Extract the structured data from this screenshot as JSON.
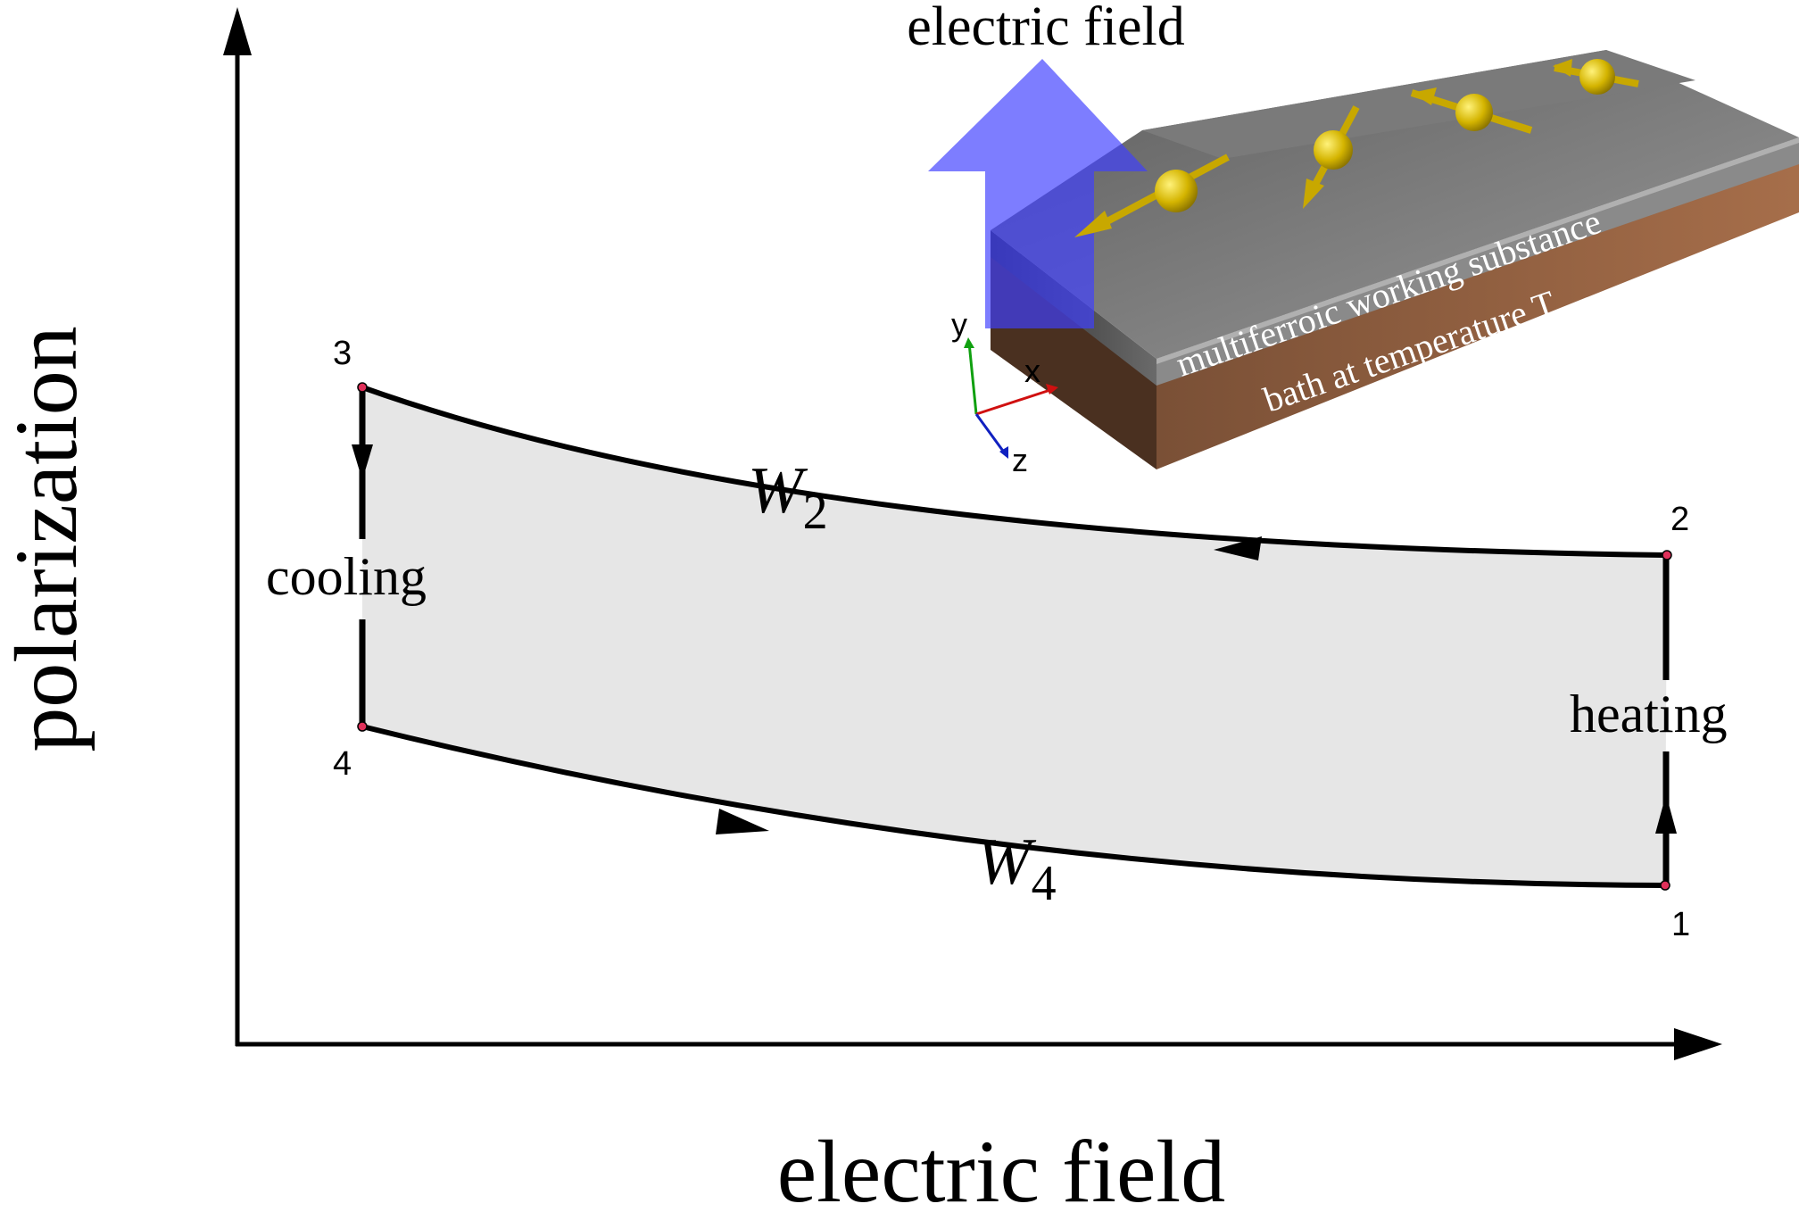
{
  "axes": {
    "x_label": "electric field",
    "y_label": "polarization"
  },
  "cycle": {
    "points": [
      "1",
      "2",
      "3",
      "4"
    ],
    "work_labels": {
      "upper_base": "W",
      "upper_sub": "2",
      "lower_base": "W",
      "lower_sub": "4"
    },
    "process_labels": {
      "cooling": "cooling",
      "heating": "heating"
    }
  },
  "inset": {
    "field_arrow_label": "electric field",
    "slab_top_label": "multiferroic working substance",
    "slab_side_label": "bath at temperature T",
    "axis_labels": {
      "x": "x",
      "y": "y",
      "z": "z"
    },
    "colors": {
      "field_arrow": "#3c3cff",
      "slab_top": "#8a8a8a",
      "slab_bath": "#8a5a3c",
      "spins": "#d4b400"
    }
  },
  "colors": {
    "cycle_fill": "#e6e6e6",
    "point_marker": "#e0305a",
    "x_axis_color": "#d01010",
    "y_axis_color": "#10a010",
    "z_axis_color": "#1020c0"
  }
}
